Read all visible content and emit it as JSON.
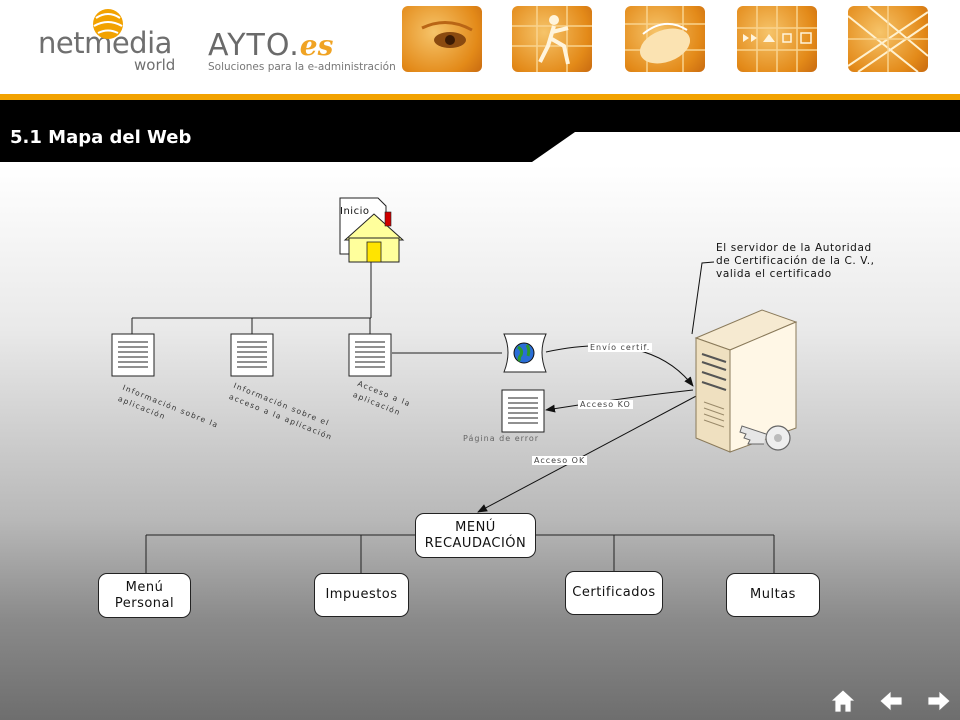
{
  "header": {
    "netmedia_word": "netmedia",
    "netmedia_sub": "world",
    "ayto_word": "AYTO.",
    "ayto_es": "es",
    "ayto_sub": "Soluciones para la e-administración"
  },
  "slide_title": "5.1 Mapa del Web",
  "diagram": {
    "home_label": "Inicio",
    "pages": [
      {
        "label": "Información sobre la aplicación"
      },
      {
        "label": "Información sobre el acceso a la aplicación"
      },
      {
        "label": "Acceso a la aplicación"
      }
    ],
    "error_page": "Página de error",
    "arrows": {
      "send_cert": "Envío certif.",
      "access_ko": "Acceso KO",
      "access_ok": "Acceso OK"
    },
    "server_note": "El servidor de la Autoridad\nde Certificación de la C. V.,\nvalida el certificado",
    "main_menu": "MENÚ\nRECAUDACIÓN",
    "sub_menus": [
      "Menú\nPersonal",
      "Impuestos",
      "Certificados",
      "Multas"
    ]
  },
  "nav": {
    "home": "home-icon",
    "prev": "arrow-left-icon",
    "next": "arrow-right-icon"
  },
  "colors": {
    "accent": "#f2a200",
    "title_bar": "#000000",
    "photo_orange": "#e38a19"
  }
}
